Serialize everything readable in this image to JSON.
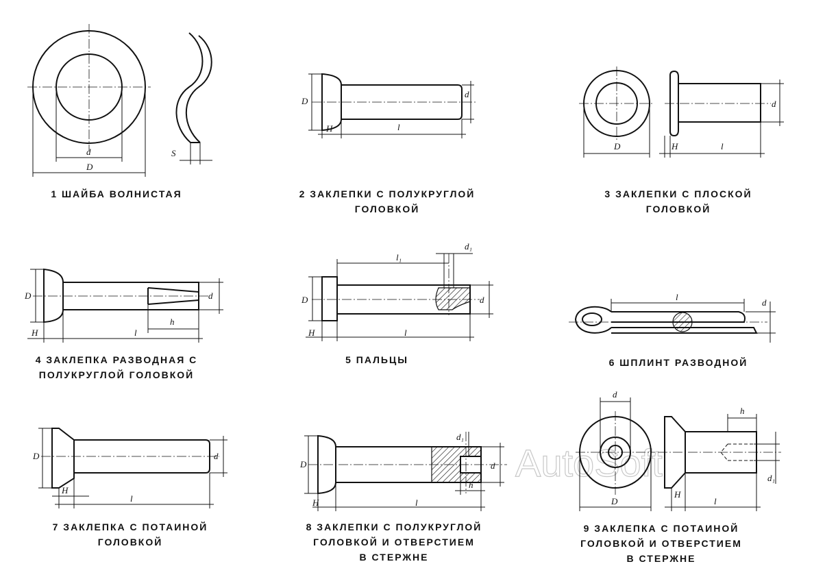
{
  "captions": {
    "c1": [
      "1 ШАЙБА ВОЛНИСТАЯ"
    ],
    "c2": [
      "2 ЗАКЛЕПКИ С ПОЛУКРУГЛОЙ",
      "ГОЛОВКОЙ"
    ],
    "c3": [
      "3 ЗАКЛЕПКИ С ПЛОСКОЙ",
      "ГОЛОВКОЙ"
    ],
    "c4": [
      "4 ЗАКЛЕПКА РАЗВОДНАЯ С",
      "ПОЛУКРУГЛОЙ ГОЛОВКОЙ"
    ],
    "c5": [
      "5 ПАЛЬЦЫ"
    ],
    "c6": [
      "6 ШПЛИНТ   РАЗВОДНОЙ"
    ],
    "c7": [
      "7 ЗАКЛЕПКА С ПОТАИНОЙ",
      "ГОЛОВКОЙ"
    ],
    "c8": [
      "8 ЗАКЛЕПКИ С ПОЛУКРУГЛОЙ",
      "ГОЛОВКОЙ И ОТВЕРСТИЕМ",
      "В СТЕРЖНЕ"
    ],
    "c9": [
      "9 ЗАКЛЕПКА  С ПОТАИНОЙ",
      "ГОЛОВКОЙ И ОТВЕРСТИЕМ",
      "В СТЕРЖНЕ"
    ]
  },
  "dims": {
    "d": "d",
    "D": "D",
    "S": "S",
    "H": "H",
    "l": "l",
    "h": "h",
    "l1": "l₁",
    "d1": "d₁"
  },
  "watermark": "AutoSoft"
}
